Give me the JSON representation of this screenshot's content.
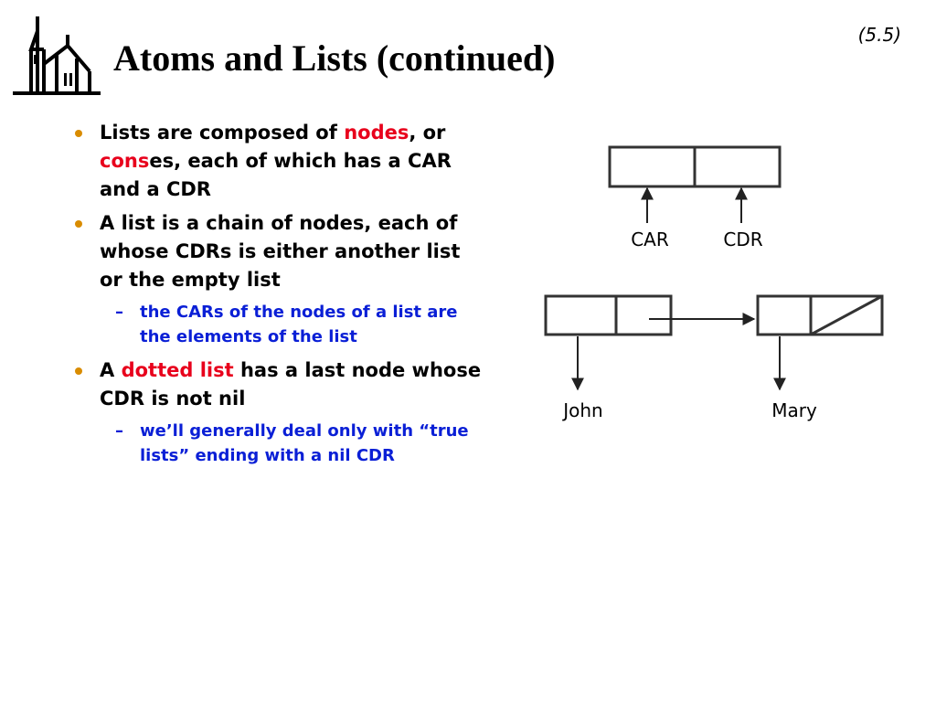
{
  "header": {
    "title": "Atoms and Lists (continued)",
    "slide_number": "(5.5)"
  },
  "bullets": [
    {
      "text_before": "Lists are composed of ",
      "em1": "nodes",
      "text_mid1": ", or ",
      "em2": "cons",
      "text_after": "es, each of which has a CAR and a CDR"
    },
    {
      "text": "A list is a chain of nodes, each of whose CDRs is either another list or the empty list",
      "sub": {
        "marker": "–",
        "text": "the CARs of the nodes of a list are the elements of the list"
      }
    },
    {
      "text_before": "A ",
      "em": "dotted list",
      "text_after": " has a last node whose CDR is not nil",
      "sub": {
        "marker": "–",
        "text": "we’ll generally deal only with “true lists” ending with a nil CDR"
      }
    }
  ],
  "diagram": {
    "car_label": "CAR",
    "cdr_label": "CDR",
    "elements": [
      "John",
      "Mary"
    ]
  },
  "colors": {
    "accent_red": "#e8001c",
    "accent_blue": "#0a1fd6",
    "bullet_orange": "#d98c00"
  }
}
